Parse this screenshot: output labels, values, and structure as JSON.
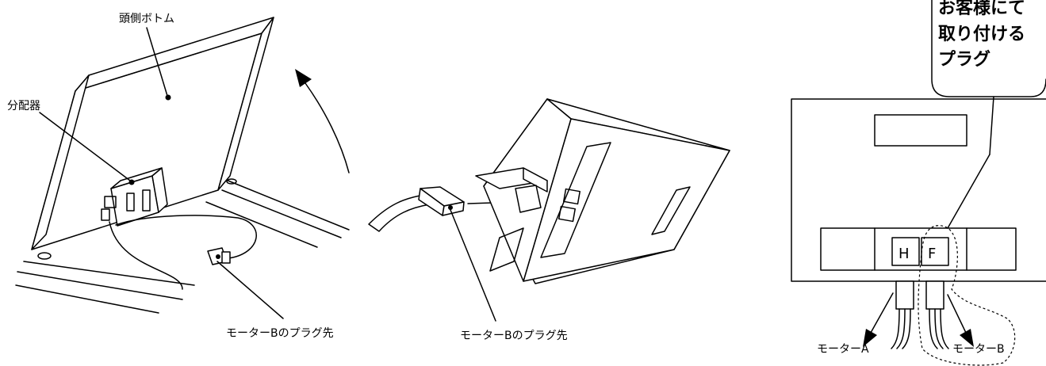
{
  "labels": {
    "head_bottom": "頭側ボトム",
    "distributor": "分配器",
    "plug_b_left": "モーターBのプラグ先",
    "plug_b_middle": "モーターBのプラグ先",
    "customer_plug_line1": "お客様にて",
    "customer_plug_line2": "取り付ける",
    "customer_plug_line3": "プラグ",
    "motor_a": "モーターA",
    "motor_b": "モーターB",
    "slot_h": "H",
    "slot_f": "F"
  }
}
